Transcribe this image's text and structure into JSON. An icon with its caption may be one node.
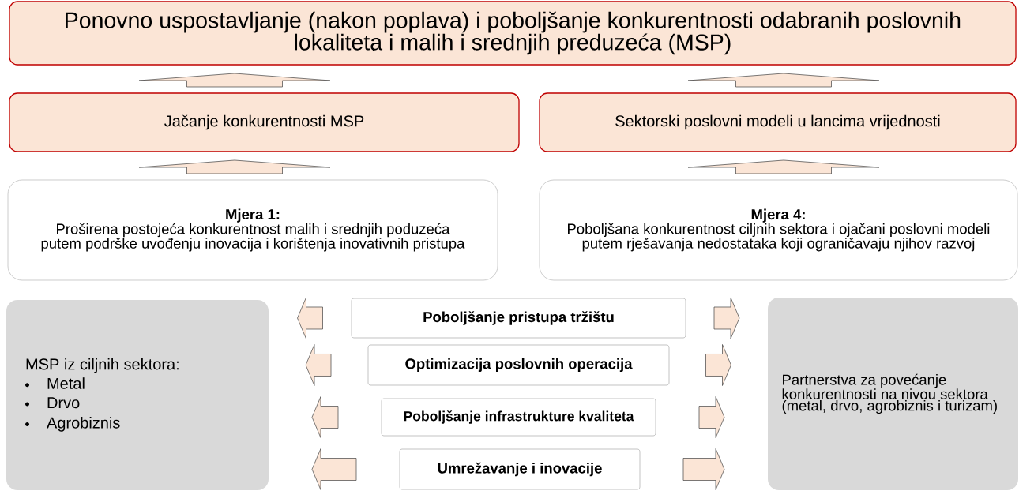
{
  "diagram": {
    "nodes": [
      {
        "text": [
          "Ponovno uspostavljanje (nakon poplava) i poboljšanje konkurentnosti odabranih poslovnih lokaliteta i malih i srednjih preduzeća (MSP)"
        ]
      },
      {
        "text": [
          "Jačanje konkurentnosti MSP"
        ]
      },
      {
        "text": [
          "Sektorski poslovni modeli u lancima vrijednosti"
        ]
      },
      {
        "text": [
          "Mjera 1:",
          "Proširena postojeća konkurentnost malih i srednjih poduzeća putem podrške uvođenju inovacija i korištenja inovativnih pristupa"
        ]
      },
      {
        "text": [
          "Mjera 4:",
          "Poboljšana konkurentnost ciljnih sektora i ojačani poslovni modeli putem rješavanja nedostataka koji ograničavaju njihov razvoj"
        ]
      },
      {
        "text": [
          "MSP iz ciljnih sektora:",
          "Metal",
          "Drvo",
          "Agrobiznis"
        ]
      },
      {
        "text": [
          "Poboljšanje pristupa tržištu"
        ]
      },
      {
        "text": [
          "Optimizacija poslovnih operacija"
        ]
      },
      {
        "text": [
          "Poboljšanje infrastrukture kvaliteta"
        ]
      },
      {
        "text": [
          "Umrežavanje i inovacije"
        ]
      },
      {
        "text": [
          "Partnerstva za povećanje konkurentnosti na nivou sektora (metal, drvo, agrobiznis i turizam)"
        ]
      }
    ],
    "edges": [
      {
        "from": 1,
        "to": 0,
        "arrow": "to"
      },
      {
        "from": 2,
        "to": 0,
        "arrow": "to"
      },
      {
        "from": 3,
        "to": 1,
        "arrow": "to"
      },
      {
        "from": 4,
        "to": 2,
        "arrow": "to"
      },
      {
        "from": 6,
        "to": 5,
        "arrow": "to"
      },
      {
        "from": 7,
        "to": 5,
        "arrow": "to"
      },
      {
        "from": 8,
        "to": 5,
        "arrow": "to"
      },
      {
        "from": 9,
        "to": 5,
        "arrow": "to"
      },
      {
        "from": 6,
        "to": 10,
        "arrow": "to"
      },
      {
        "from": 7,
        "to": 10,
        "arrow": "to"
      },
      {
        "from": 8,
        "to": 10,
        "arrow": "to"
      },
      {
        "from": 9,
        "to": 10,
        "arrow": "to"
      }
    ]
  }
}
